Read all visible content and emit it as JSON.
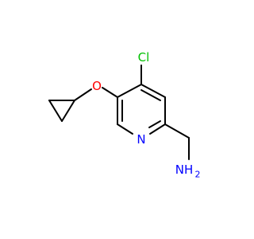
{
  "molecule": {
    "atoms": {
      "chlorine": {
        "label": "Cl",
        "color": "#00c000"
      },
      "oxygen": {
        "label": "O",
        "color": "#ff0000"
      },
      "ring_nitrogen": {
        "label": "N",
        "color": "#0000ff"
      },
      "amine_nitrogen": {
        "label": "NH",
        "subscript": "2",
        "color": "#0000ff"
      }
    },
    "bond_color": "#000000"
  }
}
